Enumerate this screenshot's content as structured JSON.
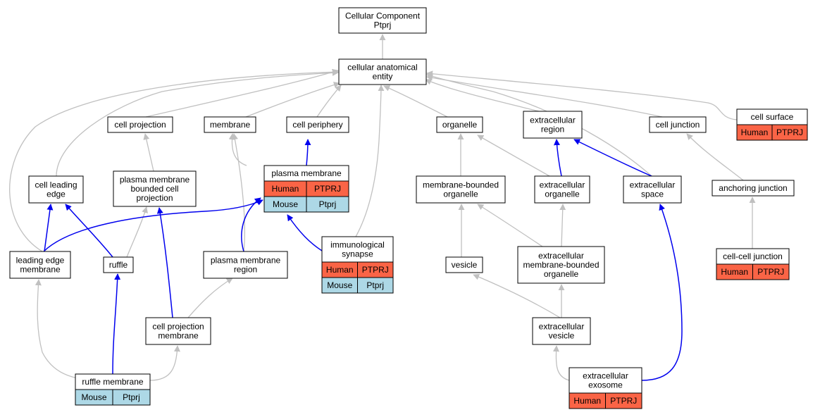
{
  "colors": {
    "human": "#fa6446",
    "mouse": "#add8e6",
    "edge_gray": "#c0c0c0",
    "edge_blue": "#0000ee"
  },
  "nodes": {
    "root": [
      "Cellular Component",
      "Ptprj"
    ],
    "cae": [
      "cellular anatomical",
      "entity"
    ],
    "cellproj": [
      "cell projection"
    ],
    "membrane": [
      "membrane"
    ],
    "periphery": [
      "cell periphery"
    ],
    "organelle": [
      "organelle"
    ],
    "ecregion": [
      "extracellular",
      "region"
    ],
    "celljunction": [
      "cell junction"
    ],
    "cellsurface": [
      "cell surface"
    ],
    "cle": [
      "cell leading",
      "edge"
    ],
    "pmbcp": [
      "plasma membrane",
      "bounded cell",
      "projection"
    ],
    "pm": [
      "plasma membrane"
    ],
    "mbo": [
      "membrane-bounded",
      "organelle"
    ],
    "ecorg": [
      "extracellular",
      "organelle"
    ],
    "ecspace": [
      "extracellular",
      "space"
    ],
    "anchoring": [
      "anchoring junction"
    ],
    "lem": [
      "leading edge",
      "membrane"
    ],
    "ruffle": [
      "ruffle"
    ],
    "pmr": [
      "plasma membrane",
      "region"
    ],
    "immsyn": [
      "immunological",
      "synapse"
    ],
    "vesicle": [
      "vesicle"
    ],
    "ecmbo": [
      "extracellular",
      "membrane-bounded",
      "organelle"
    ],
    "ccj": [
      "cell-cell junction"
    ],
    "cpm": [
      "cell projection",
      "membrane"
    ],
    "ecves": [
      "extracellular",
      "vesicle"
    ],
    "rm": [
      "ruffle membrane"
    ],
    "exo": [
      "extracellular",
      "exosome"
    ]
  },
  "annotations": {
    "cellsurface": [
      [
        "Human",
        "PTPRJ"
      ]
    ],
    "pm": [
      [
        "Human",
        "PTPRJ"
      ],
      [
        "Mouse",
        "Ptprj"
      ]
    ],
    "immsyn": [
      [
        "Human",
        "PTPRJ"
      ],
      [
        "Mouse",
        "Ptprj"
      ]
    ],
    "ccj": [
      [
        "Human",
        "PTPRJ"
      ]
    ],
    "rm": [
      [
        "Mouse",
        "Ptprj"
      ]
    ],
    "exo": [
      [
        "Human",
        "PTPRJ"
      ]
    ]
  }
}
